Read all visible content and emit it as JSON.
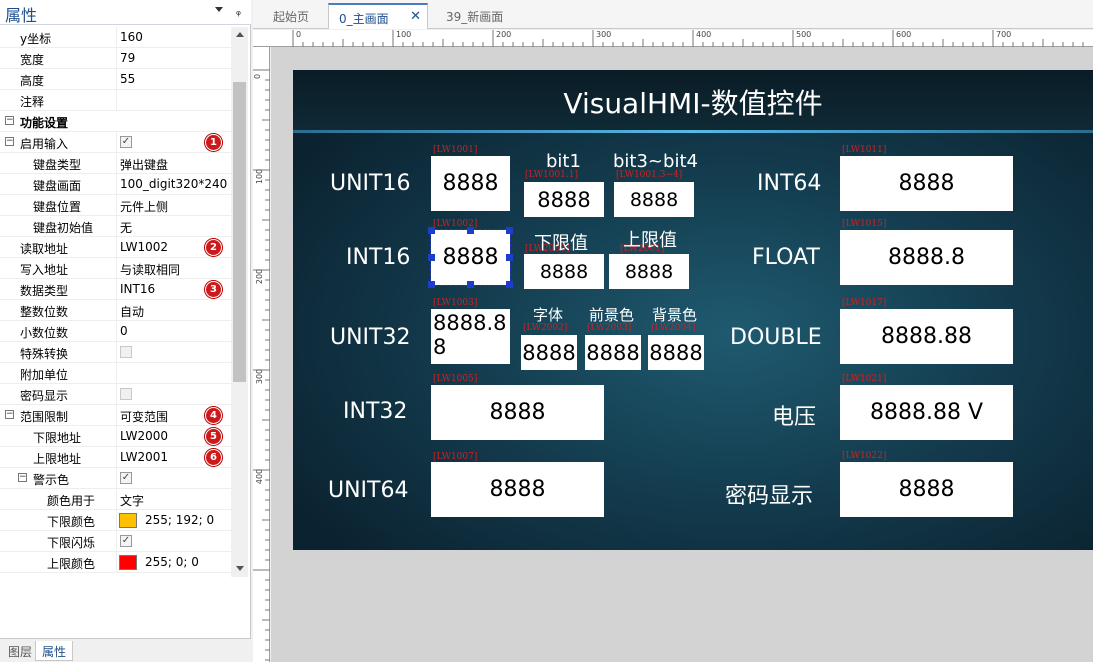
{
  "panel": {
    "title": "属性",
    "pin": "ᵩ",
    "rows": [
      {
        "label": "y坐标",
        "value": "160"
      },
      {
        "label": "宽度",
        "value": "79"
      },
      {
        "label": "高度",
        "value": "55"
      },
      {
        "label": "注释",
        "value": ""
      },
      {
        "label": "功能设置",
        "value": ""
      },
      {
        "label": "启用输入",
        "value": "✓"
      },
      {
        "label": "键盘类型",
        "value": "弹出键盘"
      },
      {
        "label": "键盘画面",
        "value": "100_digit320*240"
      },
      {
        "label": "键盘位置",
        "value": "元件上侧"
      },
      {
        "label": "键盘初始值",
        "value": "无"
      },
      {
        "label": "读取地址",
        "value": "LW1002"
      },
      {
        "label": "写入地址",
        "value": "与读取相同"
      },
      {
        "label": "数据类型",
        "value": "INT16"
      },
      {
        "label": "整数位数",
        "value": "自动"
      },
      {
        "label": "小数位数",
        "value": "0"
      },
      {
        "label": "特殊转换",
        "value": ""
      },
      {
        "label": "附加单位",
        "value": ""
      },
      {
        "label": "密码显示",
        "value": ""
      },
      {
        "label": "范围限制",
        "value": "可变范围"
      },
      {
        "label": "下限地址",
        "value": "LW2000"
      },
      {
        "label": "上限地址",
        "value": "LW2001"
      },
      {
        "label": "警示色",
        "value": "✓"
      },
      {
        "label": "颜色用于",
        "value": "文字"
      },
      {
        "label": "下限颜色",
        "value": "255; 192; 0"
      },
      {
        "label": "下限闪烁",
        "value": "✓"
      },
      {
        "label": "上限颜色",
        "value": "255; 0; 0"
      }
    ],
    "badges": [
      "1",
      "2",
      "3",
      "4",
      "5",
      "6"
    ],
    "colors": {
      "lower": "#ffc000",
      "upper": "#ff0000"
    },
    "bottom_tabs": [
      "图层",
      "属性"
    ]
  },
  "doc_tabs": [
    {
      "label": "起始页"
    },
    {
      "label": "0_主画面",
      "close": "✕"
    },
    {
      "label": "39_新画面"
    }
  ],
  "ruler": {
    "h": [
      "0",
      "100",
      "200",
      "300",
      "400",
      "500",
      "600",
      "700"
    ],
    "v": [
      "0",
      "100",
      "200",
      "300",
      "400"
    ]
  },
  "screen": {
    "title": "VisualHMI-数值控件",
    "labels": {
      "unit16": "UNIT16",
      "int16": "INT16",
      "unit32": "UNIT32",
      "int32": "INT32",
      "unit64": "UNIT64",
      "int64": "INT64",
      "float": "FLOAT",
      "double": "DOUBLE",
      "voltage": "电压",
      "password": "密码显示",
      "bit1": "bit1",
      "bit3": "bit3~bit4",
      "lower": "下限值",
      "upper": "上限值",
      "font": "字体",
      "fg": "前景色",
      "bg": "背景色"
    },
    "addresses": {
      "a1001": "[LW1001]",
      "a1001_1": "[LW1001.1]",
      "a1001_34": "[LW1001.3~4]",
      "a1002": "[LW1002]",
      "a1003": "[LW1003]",
      "a1005": "[LW1005]",
      "a1007": "[LW1007]",
      "a2000": "[LW2000]",
      "a2001": "[LW2001]",
      "a2002": "[LW2002]",
      "a2003": "[LW2003]",
      "a2004": "[LW2004]",
      "a1011": "[LW1011]",
      "a1015": "[LW1015]",
      "a1017": "[LW1017]",
      "a1021": "[LW1021]",
      "a1022": "[LW1022]"
    },
    "values": {
      "unit16": "8888",
      "bit1": "8888",
      "bit3": "8888",
      "int16": "8888",
      "lower": "8888",
      "upper": "8888",
      "unit32_line1": "8888.8",
      "unit32_line2": "8",
      "font": "8888",
      "fg": "8888",
      "bg": "8888",
      "int32": "8888",
      "unit64": "8888",
      "int64": "8888",
      "float": "8888.8",
      "double": "8888.88",
      "voltage": "8888.88 V",
      "password": "8888"
    }
  }
}
